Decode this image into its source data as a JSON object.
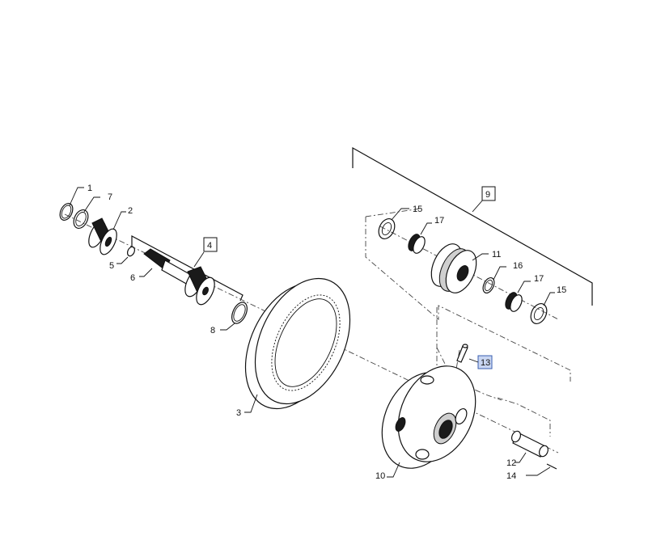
{
  "callouts": {
    "c1": "1",
    "c2": "2",
    "c3": "3",
    "c4": "4",
    "c5": "5",
    "c6": "6",
    "c7": "7",
    "c8": "8",
    "c9": "9",
    "c10": "10",
    "c11": "11",
    "c12": "12",
    "c13": "13",
    "c14": "14",
    "c15a": "15",
    "c15b": "15",
    "c16": "16",
    "c17a": "17",
    "c17b": "17"
  },
  "colors": {
    "line": "#111111",
    "highlight": "#c9d6f2",
    "highlight_border": "#3a5fb0"
  }
}
